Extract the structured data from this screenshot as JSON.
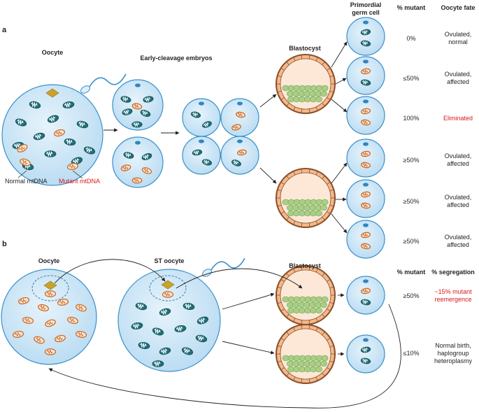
{
  "panel_a": {
    "letter": "a",
    "oocyte_label": "Oocyte",
    "early_cleavage_label": "Early-cleavage embryos",
    "blastocyst_label": "Blastocyst",
    "pgc_header_line1": "Primordial",
    "pgc_header_line2": "germ cell",
    "mutant_header": "% mutant",
    "fate_header": "Oocyte fate",
    "normal_mtdna_label": "Normal mtDNA",
    "mutant_mtdna_label": "Mutant mtDNA",
    "rows": [
      {
        "mutant": "0%",
        "fate_line1": "Ovulated,",
        "fate_line2": "normal",
        "eliminated": false
      },
      {
        "mutant": "≤50%",
        "fate_line1": "Ovulated,",
        "fate_line2": "affected",
        "eliminated": false
      },
      {
        "mutant": "100%",
        "fate_line1": "Eliminated",
        "fate_line2": "",
        "eliminated": true
      },
      {
        "mutant": "≥50%",
        "fate_line1": "Ovulated,",
        "fate_line2": "affected",
        "eliminated": false
      },
      {
        "mutant": "≥50%",
        "fate_line1": "Ovulated,",
        "fate_line2": "affected",
        "eliminated": false
      },
      {
        "mutant": "≥50%",
        "fate_line1": "Ovulated,",
        "fate_line2": "affected",
        "eliminated": false
      }
    ]
  },
  "panel_b": {
    "letter": "b",
    "oocyte_label": "Oocyte",
    "st_oocyte_label": "ST oocyte",
    "blastocyst_label": "Blastocyst",
    "mutant_header": "% mutant",
    "segregation_header": "% segregation",
    "rows": [
      {
        "mutant": "≥50%",
        "seg_line1": "~15% mutant",
        "seg_line2": "reemergence",
        "seg_line3": "",
        "highlight": true
      },
      {
        "mutant": "≤10%",
        "seg_line1": "Normal birth,",
        "seg_line2": "haplogroup",
        "seg_line3": "heteroplasmy",
        "highlight": false
      }
    ]
  },
  "colors": {
    "cell_fill": "#cfe6f6",
    "cell_stroke": "#3b8fc8",
    "normal_mito": "#1f6f7a",
    "mutant_mito": "#c86a2a",
    "mutant_mito_fill": "#fbe7d4",
    "nucleus": "#c9a227",
    "blastocyst_rim": "#8a4e2a",
    "blastocyst_cells": "#f3b98b",
    "icm": "#a9cf87",
    "label_red": "#d7191c",
    "text": "#231f20"
  }
}
